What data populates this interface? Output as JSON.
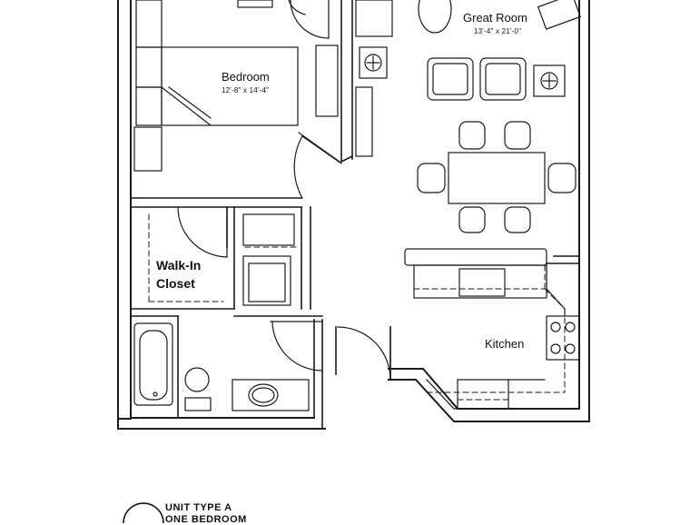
{
  "rooms": {
    "great_room": {
      "name": "Great Room",
      "dims": "13'-4\" x 21'-0\""
    },
    "bedroom": {
      "name": "Bedroom",
      "dims": "12'-8\" x 14'-4\""
    },
    "walk_in_closet": {
      "line1": "Walk-In",
      "line2": "Closet"
    },
    "kitchen": {
      "name": "Kitchen"
    }
  },
  "unit_label": {
    "line1": "UNIT TYPE A",
    "line2": "ONE BEDROOM"
  },
  "colors": {
    "ink": "#1a1a1a",
    "paper": "#ffffff"
  }
}
